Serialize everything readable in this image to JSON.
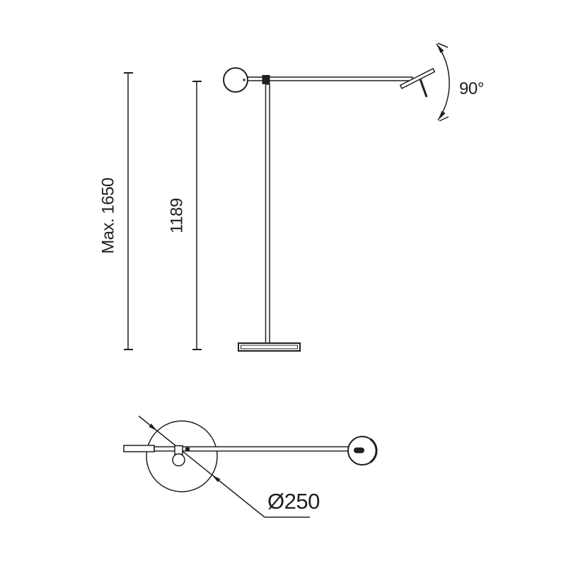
{
  "side_view": {
    "max_height_label": "Max. 1650",
    "arm_height_label": "1189",
    "head_rotation_label": "90°"
  },
  "plan_view": {
    "base_diameter_label": "Ø250"
  },
  "colors": {
    "line": "#1f1f1f",
    "background": "#ffffff"
  }
}
